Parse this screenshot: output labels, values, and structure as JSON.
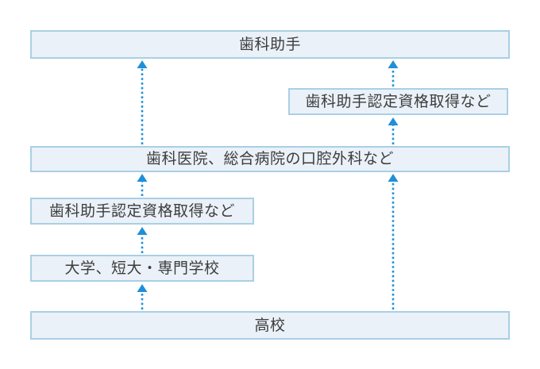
{
  "diagram": {
    "type": "career-path-flow",
    "direction": "bottom-to-top",
    "boxes": [
      {
        "id": "dental-assistant",
        "label": "歯科助手"
      },
      {
        "id": "certification-right",
        "label": "歯科助手認定資格取得など"
      },
      {
        "id": "workplace",
        "label": "歯科医院、総合病院の口腔外科など"
      },
      {
        "id": "certification-left",
        "label": "歯科助手認定資格取得など"
      },
      {
        "id": "university",
        "label": "大学、短大・専門学校"
      },
      {
        "id": "high-school",
        "label": "高校"
      }
    ],
    "connections": [
      {
        "from": "high-school",
        "to": "university",
        "style": "dotted-arrow-up"
      },
      {
        "from": "university",
        "to": "certification-left",
        "style": "dotted-arrow-up"
      },
      {
        "from": "certification-left",
        "to": "workplace",
        "style": "dotted-arrow-up"
      },
      {
        "from": "workplace",
        "to": "dental-assistant",
        "style": "dotted-arrow-up"
      },
      {
        "from": "high-school",
        "to": "workplace",
        "style": "dotted-arrow-up"
      },
      {
        "from": "workplace",
        "to": "certification-right",
        "style": "dotted-arrow-up"
      },
      {
        "from": "certification-right",
        "to": "dental-assistant",
        "style": "dotted-arrow-up"
      }
    ],
    "colors": {
      "box_fill": "#eaf1f8",
      "box_border": "#a9cfe5",
      "arrow": "#1f90d8",
      "text": "#3c3c3c",
      "background": "#ffffff"
    }
  }
}
